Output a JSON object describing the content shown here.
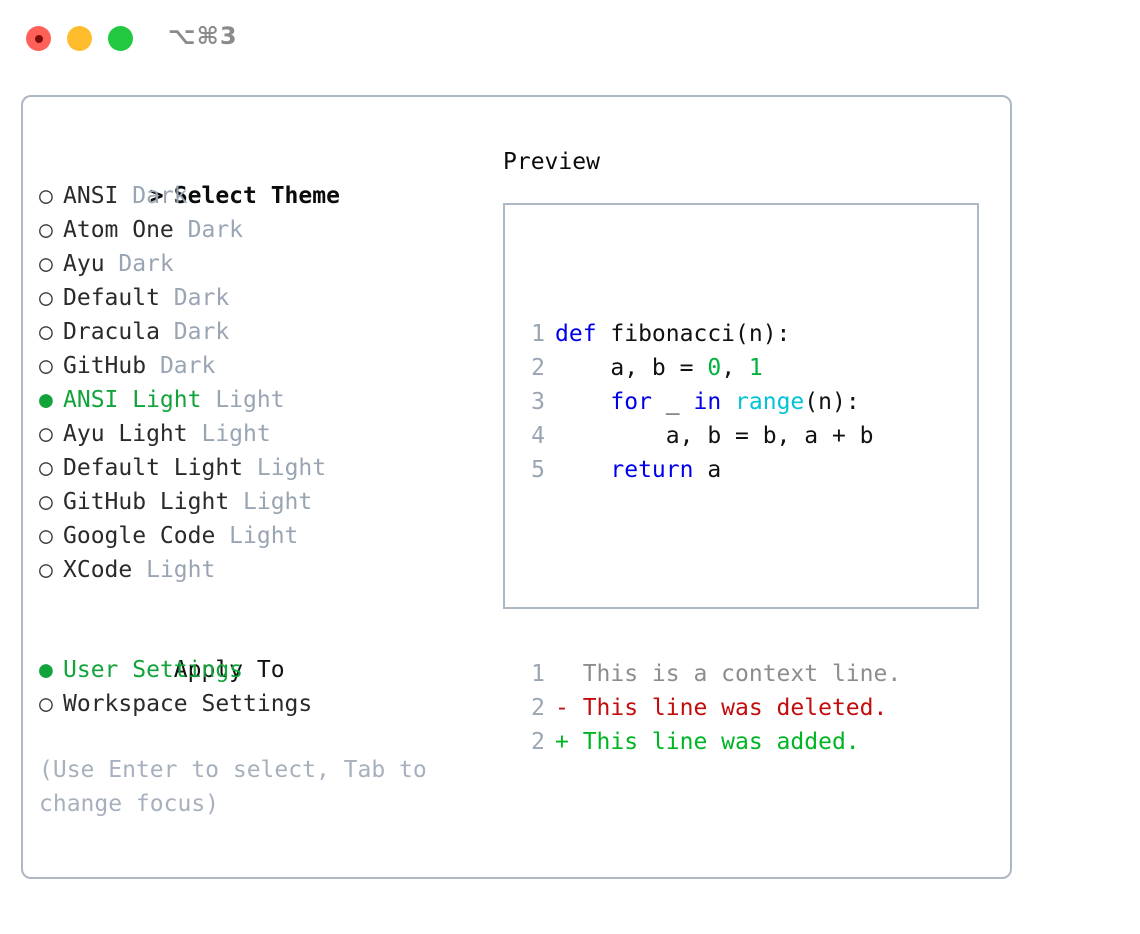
{
  "window": {
    "shortcut_label": "⌥⌘3",
    "traffic_lights": [
      {
        "name": "close",
        "color": "#ff6159"
      },
      {
        "name": "minimize",
        "color": "#ffbd2e"
      },
      {
        "name": "maximize",
        "color": "#22c840"
      }
    ]
  },
  "theme_picker": {
    "heading": "Select Theme",
    "heading_prefix": ">",
    "bullet_selected": "●",
    "bullet_unselected": "○",
    "items": [
      {
        "name": "ANSI",
        "tag": "Dark",
        "selected": false
      },
      {
        "name": "Atom One",
        "tag": "Dark",
        "selected": false
      },
      {
        "name": "Ayu",
        "tag": "Dark",
        "selected": false
      },
      {
        "name": "Default",
        "tag": "Dark",
        "selected": false
      },
      {
        "name": "Dracula",
        "tag": "Dark",
        "selected": false
      },
      {
        "name": "GitHub",
        "tag": "Dark",
        "selected": false
      },
      {
        "name": "ANSI Light",
        "tag": "Light",
        "selected": true
      },
      {
        "name": "Ayu Light",
        "tag": "Light",
        "selected": false
      },
      {
        "name": "Default Light",
        "tag": "Light",
        "selected": false
      },
      {
        "name": "GitHub Light",
        "tag": "Light",
        "selected": false
      },
      {
        "name": "Google Code",
        "tag": "Light",
        "selected": false
      },
      {
        "name": "XCode",
        "tag": "Light",
        "selected": false
      }
    ]
  },
  "apply_to": {
    "heading": "Apply To",
    "items": [
      {
        "name": "User Settings",
        "selected": true
      },
      {
        "name": "Workspace Settings",
        "selected": false
      }
    ]
  },
  "hint": "(Use Enter to select, Tab to change focus)",
  "preview": {
    "title": "Preview",
    "code_lines": [
      {
        "num": "1",
        "tokens": [
          {
            "t": "def ",
            "c": "kw"
          },
          {
            "t": "fibonacci(n):",
            "c": "plain"
          }
        ]
      },
      {
        "num": "2",
        "tokens": [
          {
            "t": "    a, b = ",
            "c": "plain"
          },
          {
            "t": "0",
            "c": "num"
          },
          {
            "t": ", ",
            "c": "plain"
          },
          {
            "t": "1",
            "c": "num"
          }
        ]
      },
      {
        "num": "3",
        "tokens": [
          {
            "t": "    ",
            "c": "plain"
          },
          {
            "t": "for",
            "c": "kw"
          },
          {
            "t": " _ ",
            "c": "plain"
          },
          {
            "t": "in",
            "c": "kw"
          },
          {
            "t": " ",
            "c": "plain"
          },
          {
            "t": "range",
            "c": "fn"
          },
          {
            "t": "(n):",
            "c": "plain"
          }
        ]
      },
      {
        "num": "4",
        "tokens": [
          {
            "t": "        a, b = b, a + b",
            "c": "plain"
          }
        ]
      },
      {
        "num": "5",
        "tokens": [
          {
            "t": "    ",
            "c": "plain"
          },
          {
            "t": "return",
            "c": "kw"
          },
          {
            "t": " a",
            "c": "plain"
          }
        ]
      }
    ],
    "diff_lines": [
      {
        "num": "1",
        "marker": " ",
        "text": " This is a context line.",
        "kind": "ctx"
      },
      {
        "num": "2",
        "marker": "-",
        "text": " This line was deleted.",
        "kind": "del"
      },
      {
        "num": "2",
        "marker": "+",
        "text": " This line was added.",
        "kind": "add"
      }
    ]
  },
  "colors": {
    "accent_green": "#12a33a",
    "muted_gray": "#9aa5b4",
    "border": "#aeb8c4",
    "keyword_blue": "#0000e8",
    "function_cyan": "#00c4d6",
    "number_green": "#00b33c",
    "diff_delete_red": "#c20d0d",
    "diff_add_green": "#00b524"
  }
}
